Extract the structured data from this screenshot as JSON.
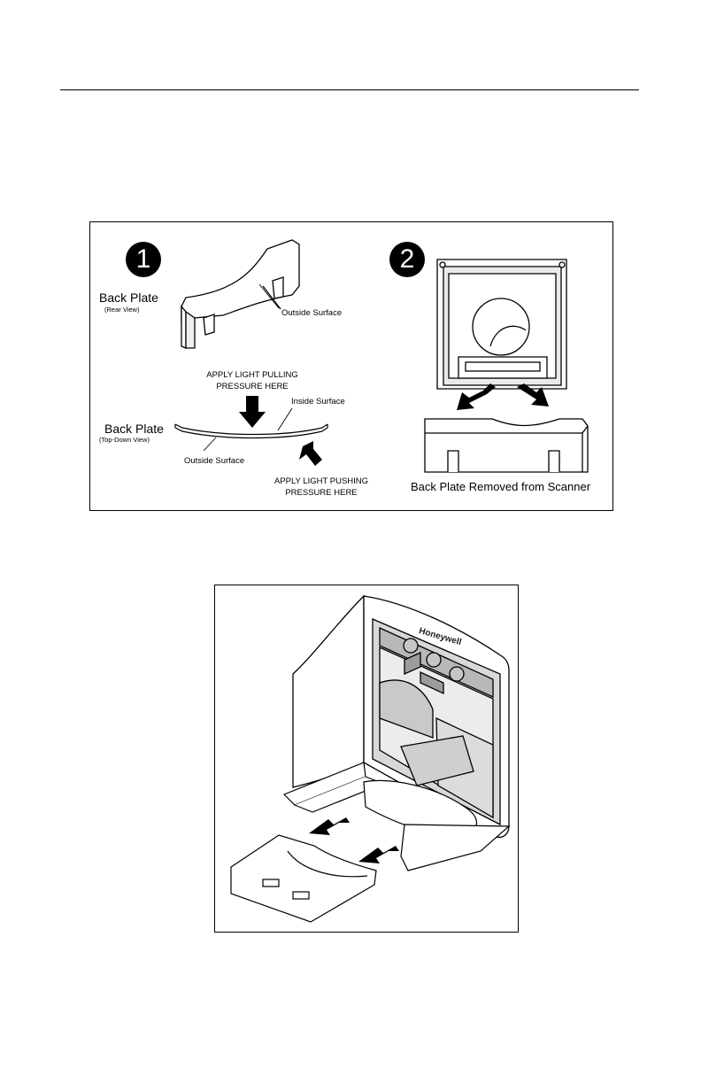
{
  "figure1": {
    "step1": "1",
    "step2": "2",
    "back_plate_rear_title": "Back Plate",
    "back_plate_rear_subtitle": "(Rear View)",
    "outside_surface_rear": "Outside Surface",
    "pulling_line1": "APPLY LIGHT PULLING",
    "pulling_line2": "PRESSURE HERE",
    "inside_surface": "Inside Surface",
    "back_plate_top_title": "Back Plate",
    "back_plate_top_subtitle": "(Top-Down View)",
    "outside_surface_top": "Outside Surface",
    "pushing_line1": "APPLY LIGHT PUSHING",
    "pushing_line2": "PRESSURE HERE",
    "removed_caption": "Back Plate Removed from Scanner"
  },
  "figure2": {
    "brand": "Honeywell"
  }
}
